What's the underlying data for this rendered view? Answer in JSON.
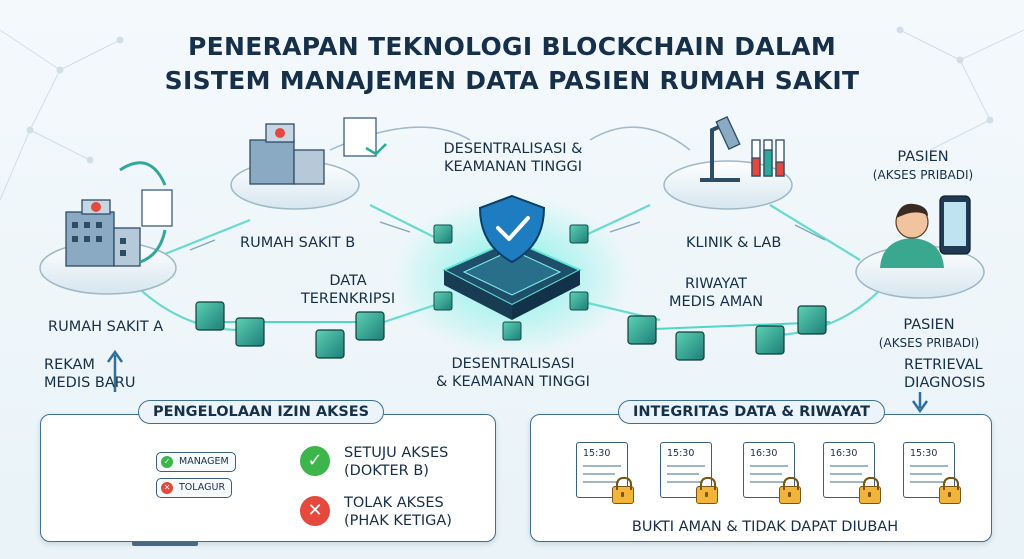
{
  "title": {
    "line1": "PENERAPAN TEKNOLOGI BLOCKCHAIN DALAM",
    "line2": "SISTEM MANAJEMEN DATA PASIEN RUMAH SAKIT"
  },
  "nodes": {
    "hospital_a": "RUMAH SAKIT A",
    "hospital_b": "RUMAH SAKIT B",
    "clinic_lab": "KLINIK & LAB",
    "patient_top": {
      "line1": "PASIEN",
      "line2": "(AKSES PRIBADI)"
    },
    "patient_bottom": {
      "line1": "PASIEN",
      "line2": "(AKSES PRIBADI)"
    }
  },
  "labels": {
    "center_top": {
      "line1": "DESENTRALISASI &",
      "line2": "KEAMANAN TINGGI"
    },
    "center_bottom": {
      "line1": "DESENTRALISASI",
      "line2": "& KEAMANAN TINGGI"
    },
    "encrypted": {
      "line1": "DATA",
      "line2": "TERENKRIPSI"
    },
    "history": {
      "line1": "RIWAYAT",
      "line2": "MEDIS AMAN"
    },
    "new_record": {
      "line1": "REKAM",
      "line2": "MEDIS BARU"
    },
    "retrieval": {
      "line1": "RETRIEVAL",
      "line2": "DIAGNOSIS"
    }
  },
  "access_panel": {
    "title": "PENGELOLAAN IZIN AKSES",
    "chip_manage": "MANAGEM",
    "chip_reject": "TOLAGUR",
    "approve": {
      "line1": "SETUJU AKSES",
      "line2": "(DOKTER B)"
    },
    "deny": {
      "line1": "TOLAK AKSES",
      "line2": "(PHAK KETIGA)"
    }
  },
  "integrity_panel": {
    "title": "INTEGRITAS DATA & RIWAYAT",
    "times": [
      "15:30",
      "15:30",
      "16:30",
      "16:30",
      "15:30"
    ],
    "caption": "BUKTI AMAN & TIDAK DAPAT DIUBAH"
  },
  "colors": {
    "teal": "#2fa89a",
    "green_ok": "#3cb54a",
    "red_no": "#e5483c",
    "lock_gold": "#f3b43a",
    "navy": "#173049"
  }
}
